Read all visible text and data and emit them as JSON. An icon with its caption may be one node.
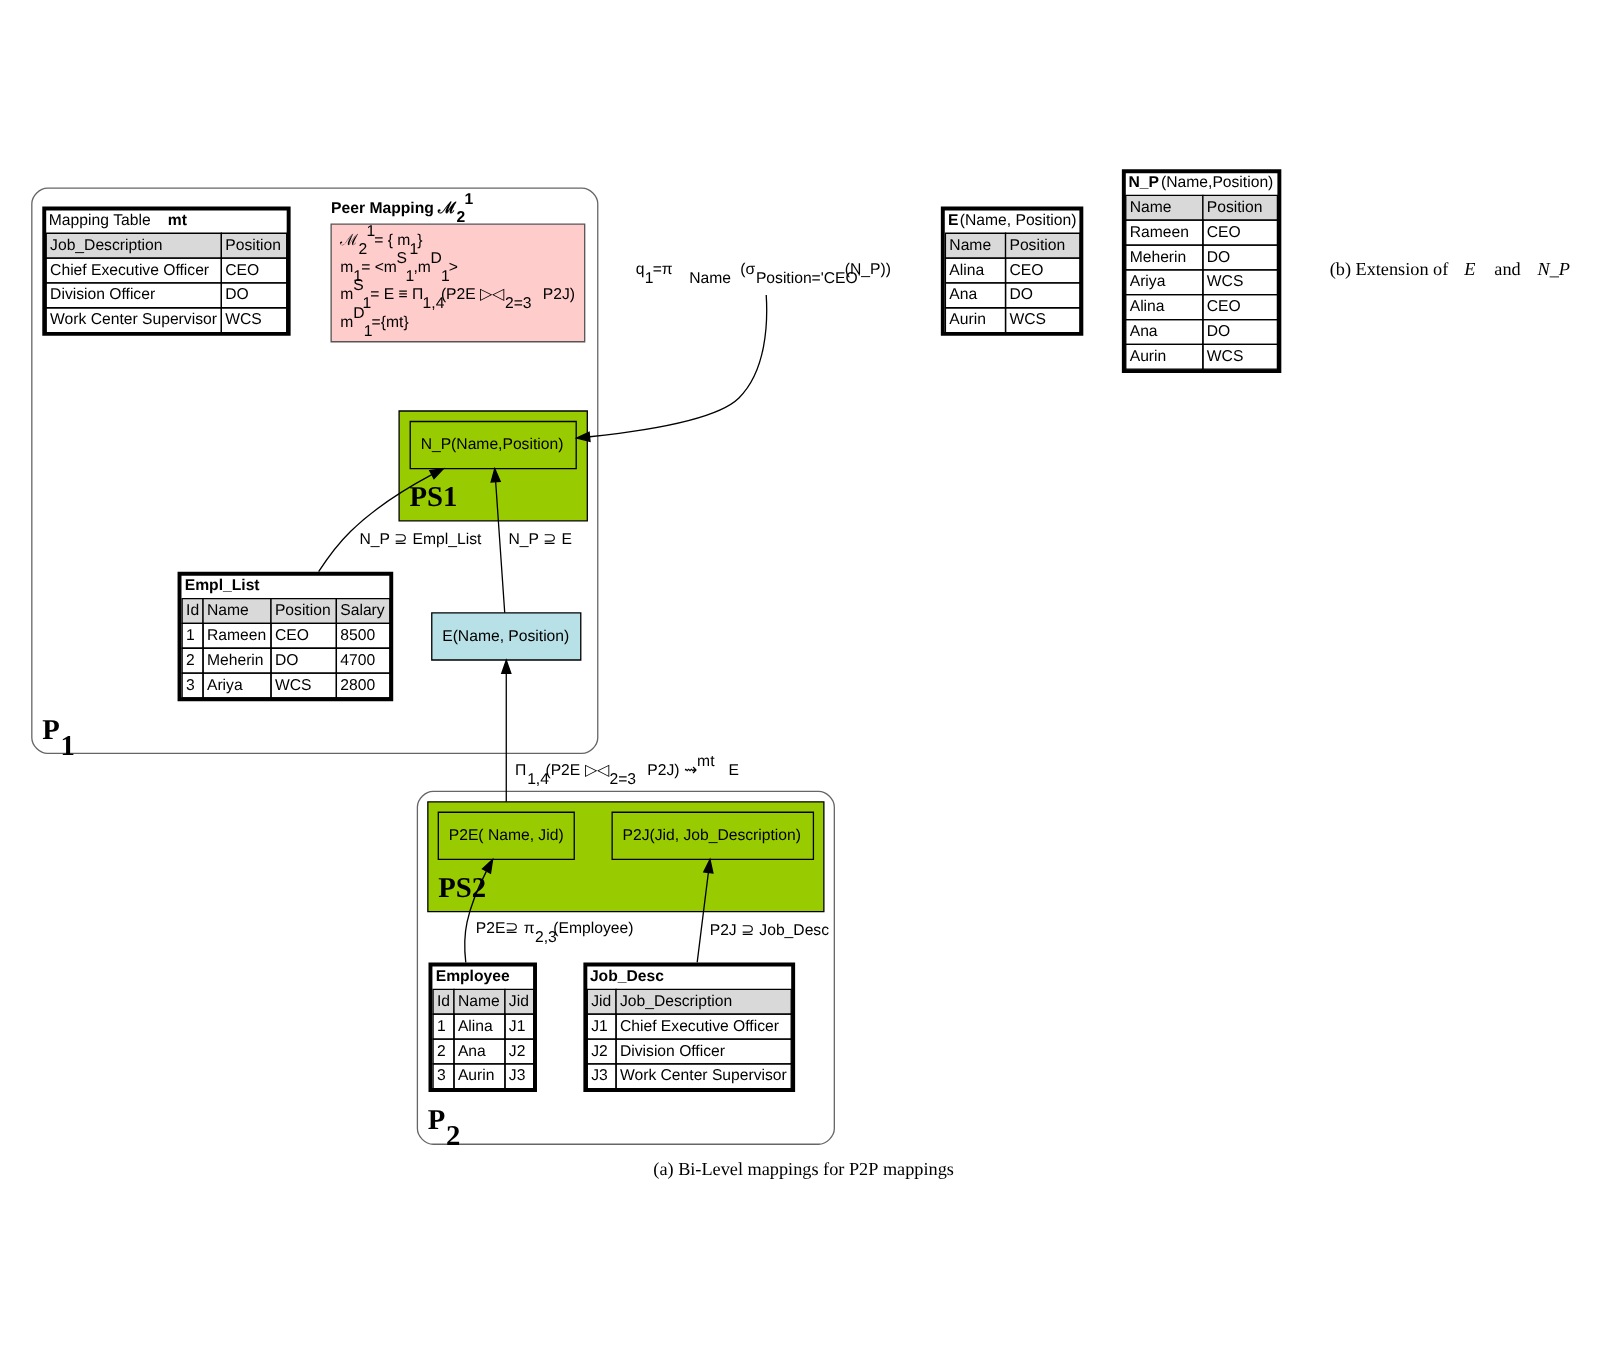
{
  "diagram": {
    "caption": "(a) Bi-Level mappings for P2P mappings",
    "nodes": [
      {
        "text": [
          "P$_{1}$"
        ]
      },
      {
        "text": [
          "Peer Mapping ℳ$_{2}$$^{1}$",
          "ℳ$_{2}$$^{1}$= { m$_{1}$}",
          "m$_{1}$= <m$^{S}$$_{1}$,m$^{D}$$_{1}$>",
          "m$^{S}$$_{1}$= E ≡ Π$_{1,4}$(P2E ▷◁$_{2=3}$ P2J)",
          "m$^{D}$$_{1}$={mt}"
        ],
        "in": 0
      },
      {
        "text": [
          "PS1"
        ],
        "in": 0
      },
      {
        "text": [
          "N_P(Name,Position)"
        ],
        "in": 2
      },
      {
        "text": [
          "Empl_List",
          "Id",
          "Name",
          "Position",
          "Salary",
          "1",
          "Rameen",
          "CEO",
          "8500",
          "2",
          "Meherin",
          "DO",
          "4700",
          "3",
          "Ariya",
          "WCS",
          "2800"
        ],
        "in": 0
      },
      {
        "text": [
          "E(Name, Position)"
        ],
        "in": 0
      },
      {
        "text": [
          "Mapping Table **mt**",
          "Job_Description",
          "Position",
          "Chief Executive Officer",
          "CEO",
          "Division Officer",
          "DO",
          "Work Center Supervisor",
          "WCS"
        ],
        "in": 0
      },
      {
        "text": [
          "P$_{2}$"
        ]
      },
      {
        "text": [
          "PS2"
        ],
        "in": 7
      },
      {
        "text": [
          "P2E( Name, Jid)"
        ],
        "in": 8
      },
      {
        "text": [
          "P2J(Jid, Job_Description)"
        ],
        "in": 8
      },
      {
        "text": [
          "Employee",
          "Id",
          "Name",
          "Jid",
          "1",
          "Alina",
          "J1",
          "2",
          "Ana",
          "J2",
          "3",
          "Aurin",
          "J3"
        ],
        "in": 7
      },
      {
        "text": [
          "Job_Desc",
          "Jid",
          "Job_Description",
          "J1",
          "Chief Executive Officer",
          "J2",
          "Division Officer",
          "J3",
          "Work Center Supervisor"
        ],
        "in": 7
      },
      {
        "text": [
          "**E**(Name, Position)",
          "Name",
          "Position",
          "Alina",
          "CEO",
          "Ana",
          "DO",
          "Aurin",
          "WCS"
        ]
      },
      {
        "text": [
          "**N_P**(Name,Position)",
          "Name",
          "Position",
          "Rameen",
          "CEO",
          "Meherin",
          "DO",
          "Ariya",
          "WCS",
          "Alina",
          "CEO",
          "Ana",
          "DO",
          "Aurin",
          "WCS"
        ]
      },
      {
        "text": [
          "q$_{1}$=π $_{Name}$ (σ$_{Position='CEO'}$(N_P))"
        ]
      }
    ],
    "edges": [
      {
        "from": 15,
        "to": 3,
        "arrow": "to"
      },
      {
        "from": 4,
        "to": 3,
        "arrow": "to",
        "label": "N_P ⊇ Empl_List"
      },
      {
        "from": 5,
        "to": 3,
        "arrow": "to",
        "label": "N_P ⊇ E"
      },
      {
        "from": 8,
        "to": 5,
        "arrow": "to",
        "label": "Π$_{1,4}$(P2E ▷◁$_{2=3}$ P2J) ⇝$^{mt}$ E"
      },
      {
        "from": 11,
        "to": 9,
        "arrow": "to",
        "label": "P2E⊇ π$_{2,3}$(Employee)"
      },
      {
        "from": 12,
        "to": 10,
        "arrow": "to",
        "label": "P2J ⊇ Job_Desc"
      }
    ],
    "labels": [
      "(b) Extension of *E* and *N_P*"
    ]
  }
}
